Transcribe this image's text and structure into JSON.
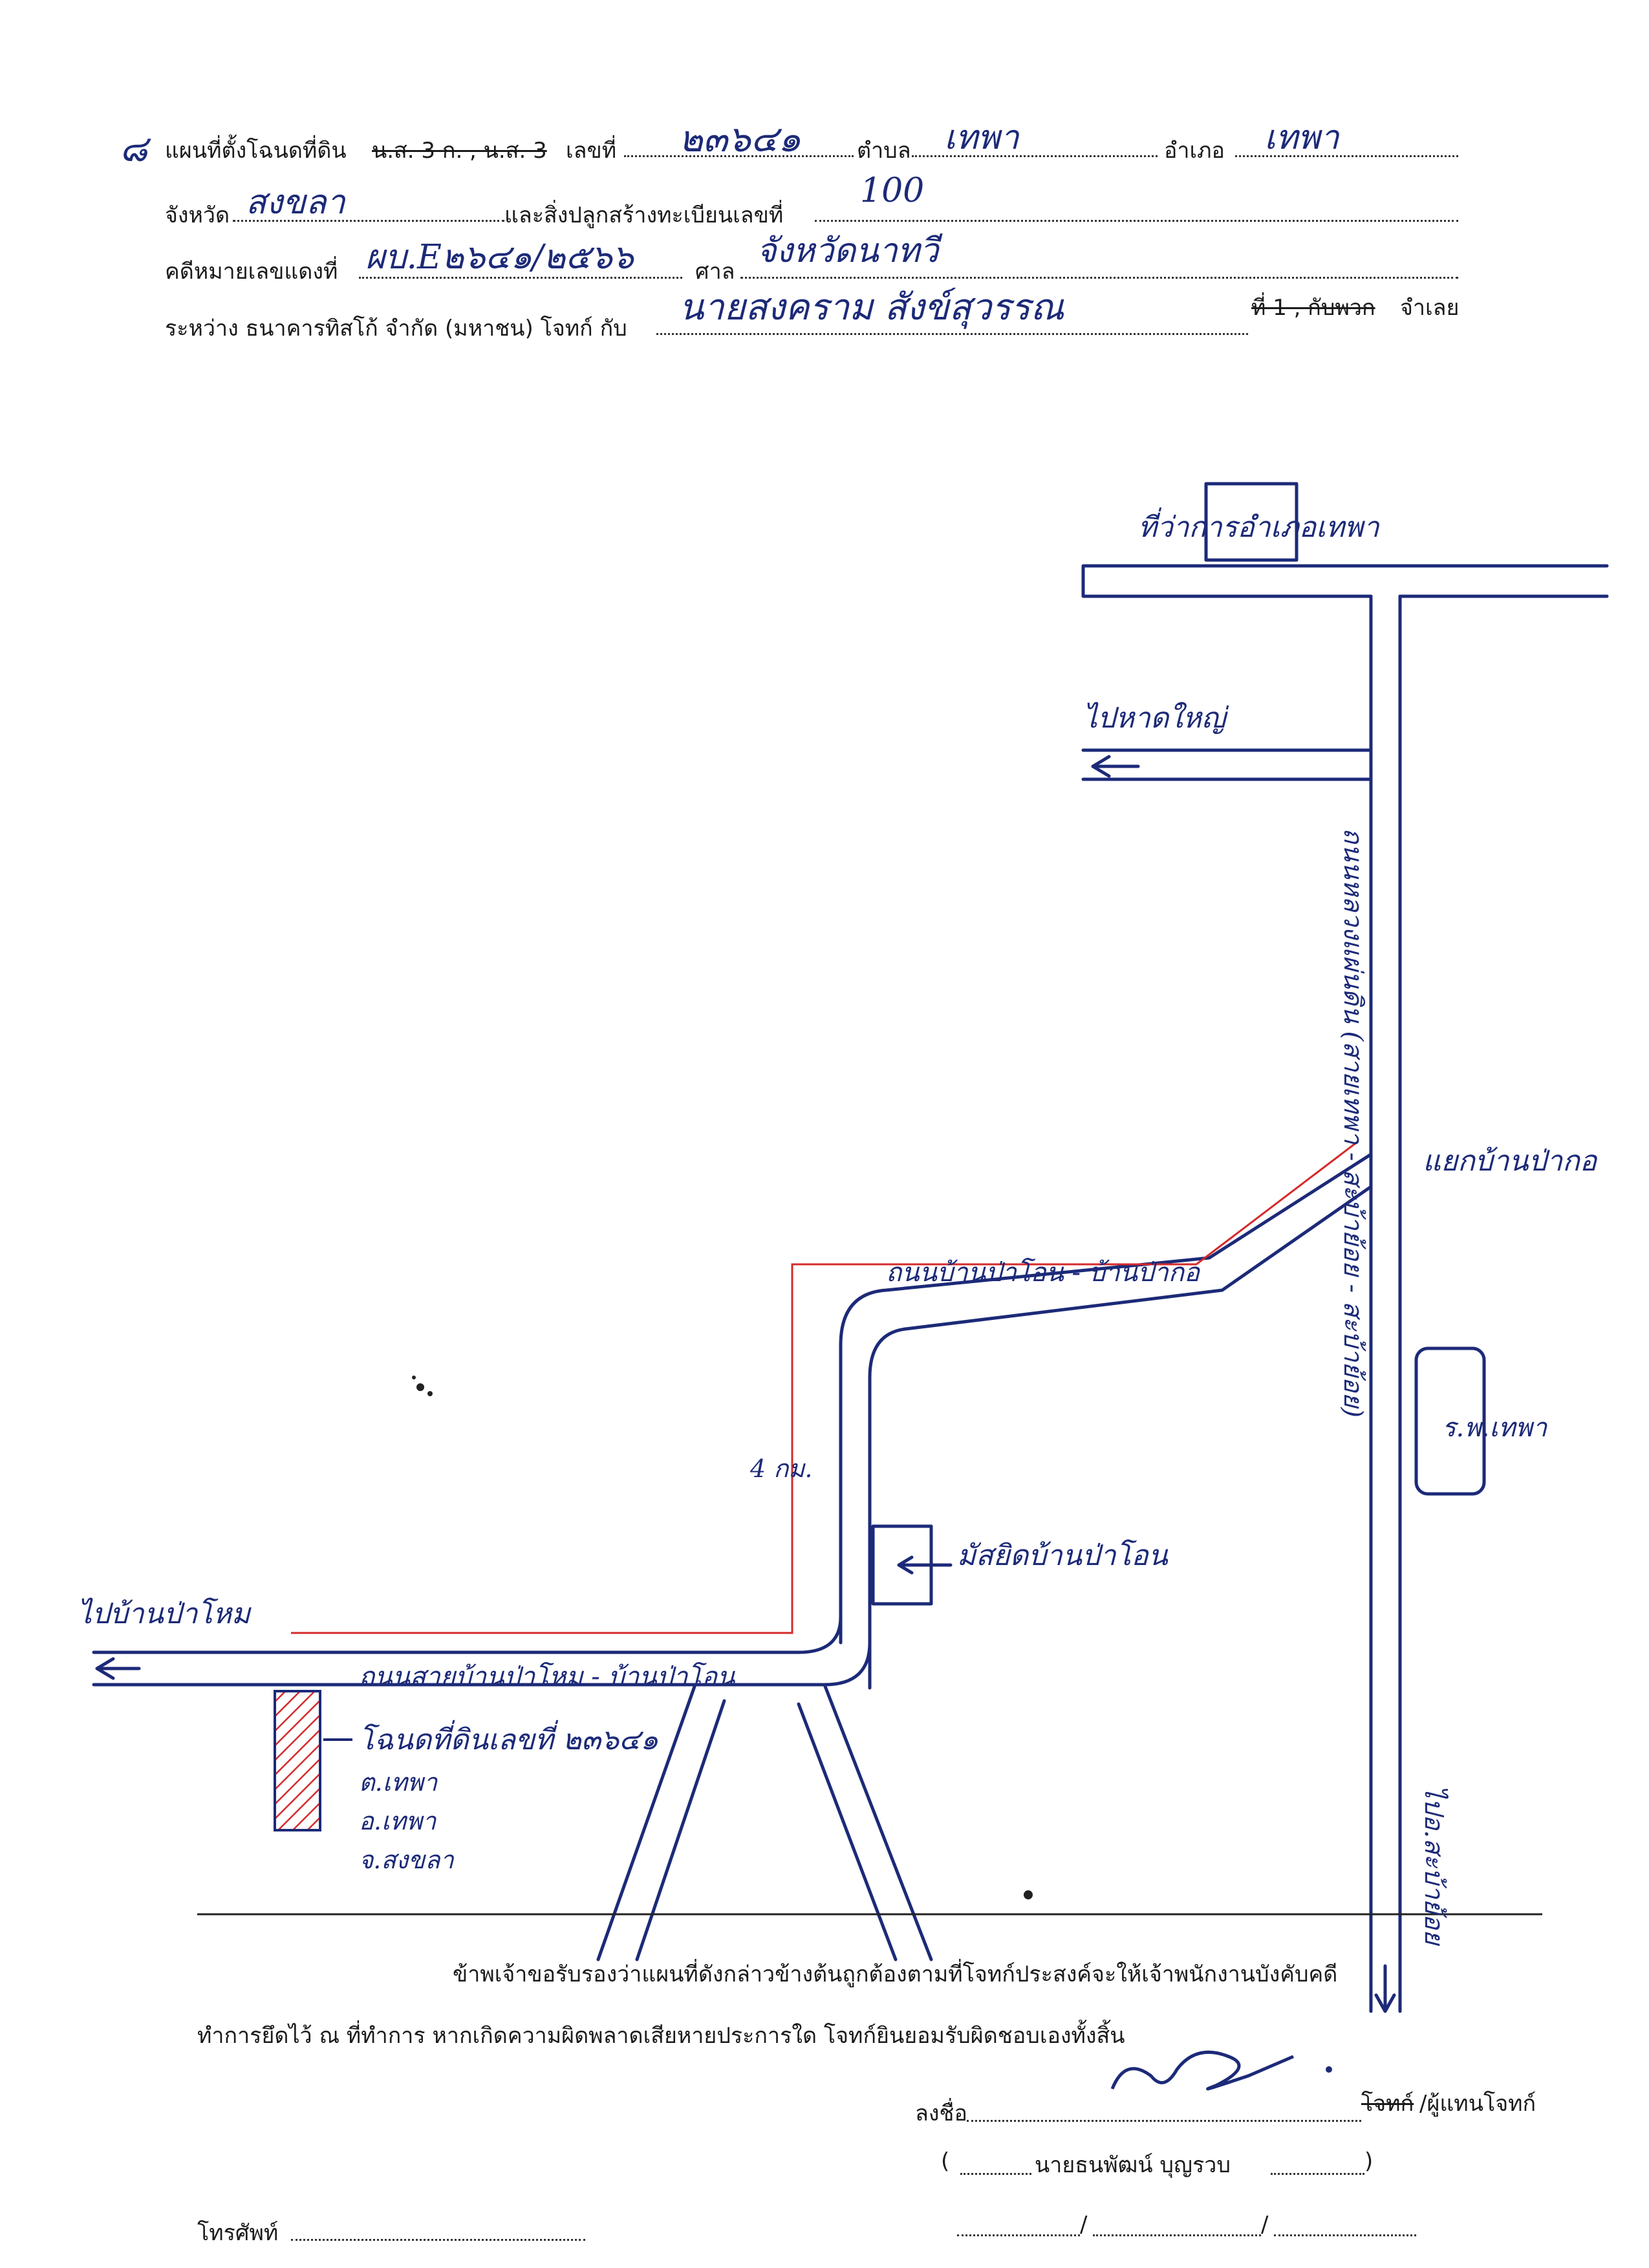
{
  "header": {
    "item_no": "๘",
    "line1_label": "แผนที่ตั้งโฉนดที่ดิน",
    "line1_struck": "น.ส. 3 ก. , น.ส. 3",
    "line1_no_label": "เลขที่",
    "deed_no": "๒๓๖๔๑",
    "tambon_label": "ตำบล",
    "tambon": "เทพา",
    "amphoe_label": "อำเภอ",
    "amphoe": "เทพา",
    "province_label": "จังหวัด",
    "province": "สงขลา",
    "building_label": "และสิ่งปลูกสร้างทะเบียนเลขที่",
    "building_no": "100",
    "case_label": "คดีหมายเลขแดงที่",
    "case_no": "ผบ.E๒๖๔๑/๒๕๖๖",
    "court_label": "ศาล",
    "court": "จังหวัดนาทวี",
    "between_label": "ระหว่าง ธนาคารทิสโก้ จำกัด (มหาชน) โจทก์ กับ",
    "defendant": "นายสงคราม สังข์สุวรรณ",
    "defendant_struck": "ที่ 1 , กับพวก",
    "defendant_suffix": "จำเลย"
  },
  "map": {
    "label_district_office": "ที่ว่าการอำเภอเทพา",
    "label_to_haiyai": "ไปหาดใหญ่",
    "label_highway": "ถนนหลวงแผ่นดิน (สายเทพา - สะบ้าย้อย - สะบ้าย้อย)",
    "label_junction": "แยกบ้านป่ากอ",
    "label_road_upper": "ถนนบ้านป่าโอน - บ้านป่ากอ",
    "label_hospital": "ร.พ.เทพา",
    "label_distance": "4 กม.",
    "label_mosque": "มัสยิดบ้านป่าโอน",
    "label_to_pakhom": "ไปบ้านป่าโหม",
    "label_road_lower": "ถนนสายบ้านป่าโหม - บ้านป่าโอน",
    "label_plot": "โฉนดที่ดินเลขที่ ๒๓๖๔๑",
    "label_plot_tambon": "ต.เทพา",
    "label_plot_amphoe": "อ.เทพา",
    "label_plot_province": "จ.สงขลา",
    "label_to_sabayoi": "ไปอ.สะบ้าย้อย"
  },
  "footer": {
    "cert_line1": "ข้าพเจ้าขอรับรองว่าแผนที่ดังกล่าวข้างต้นถูกต้องตามที่โจทก์ประสงค์จะให้เจ้าพนักงานบังคับคดี",
    "cert_line2": "ทำการยึดไว้ ณ ที่ทำการ หากเกิดความผิดพลาดเสียหายประการใด โจทก์ยินยอมรับผิดชอบเองทั้งสิ้น",
    "sign_label": "ลงชื่อ",
    "sign_role_struck": "โจทก์",
    "sign_role": "/ผู้แทนโจทก์",
    "signer_name": "นายธนพัฒน์ บุญรวบ",
    "phone_label": "โทรศัพท์",
    "date_sep": "/"
  },
  "colors": {
    "ink": "#1c2a78",
    "red": "#d42a2a",
    "print": "#1b1b1b"
  }
}
